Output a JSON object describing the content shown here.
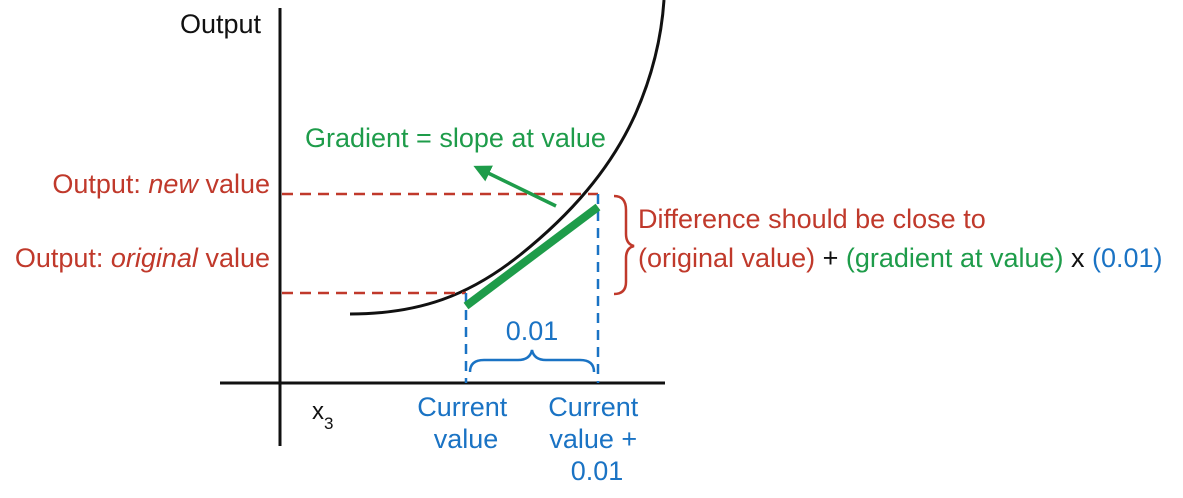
{
  "colors": {
    "axis": "#111111",
    "curve": "#111111",
    "red": "#c0392b",
    "green": "#1e9c4a",
    "blue": "#1a73c4"
  },
  "labels": {
    "y_axis": "Output",
    "x_var": "x",
    "x_sub": "3",
    "new_prefix": "Output: ",
    "new_italic": "new",
    "new_suffix": " value",
    "orig_prefix": "Output: ",
    "orig_italic": "original",
    "orig_suffix": " value",
    "gradient": "Gradient = slope at value",
    "diff_line1": "Difference should be close to",
    "diff_part1": "(original value)",
    "diff_op1": " + ",
    "diff_part2": "(gradient at value)",
    "diff_op2": " x ",
    "diff_part3": "(0.01)",
    "step": "0.01",
    "current_1": "Current",
    "current_2": "value",
    "next_1": "Current",
    "next_2": "value +",
    "next_3": "0.01"
  }
}
